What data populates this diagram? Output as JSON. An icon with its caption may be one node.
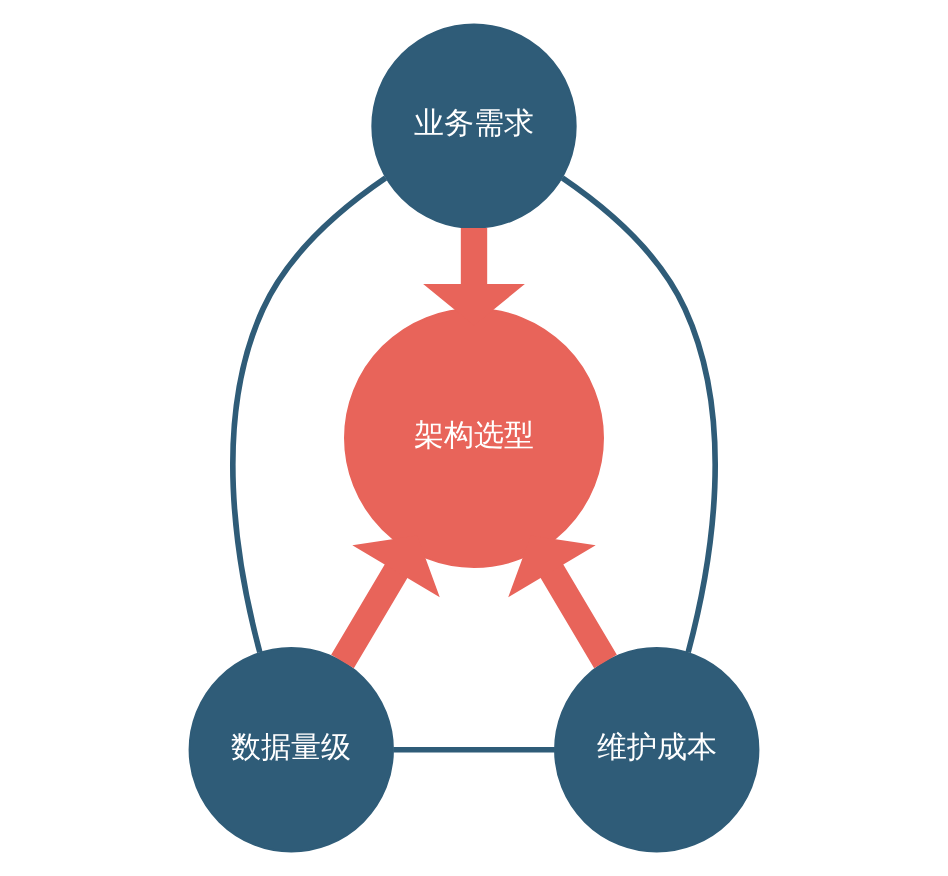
{
  "diagram": {
    "nodes": [
      {
        "text": [
          "业务需求"
        ]
      },
      {
        "text": [
          "架构选型"
        ]
      },
      {
        "text": [
          "数据量级"
        ]
      },
      {
        "text": [
          "维护成本"
        ]
      }
    ],
    "edges": [
      {
        "from": 0,
        "to": 1,
        "arrow": "to",
        "style": "thick",
        "color": "#e8645a"
      },
      {
        "from": 2,
        "to": 1,
        "arrow": "to",
        "style": "thick",
        "color": "#e8645a"
      },
      {
        "from": 3,
        "to": 1,
        "arrow": "to",
        "style": "thick",
        "color": "#e8645a"
      },
      {
        "from": 0,
        "to": 2,
        "arrow": "none",
        "color": "#2f5c78"
      },
      {
        "from": 2,
        "to": 3,
        "arrow": "none",
        "color": "#2f5c78"
      },
      {
        "from": 3,
        "to": 0,
        "arrow": "none",
        "color": "#2f5c78"
      }
    ]
  }
}
